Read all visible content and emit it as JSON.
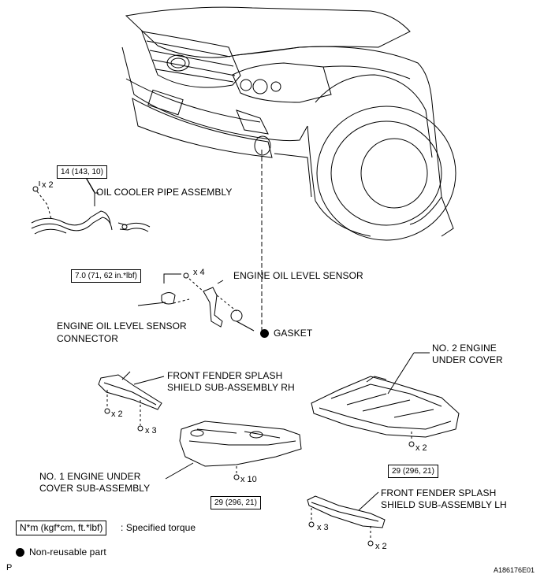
{
  "labels": {
    "oil_cooler_pipe": "OIL COOLER PIPE ASSEMBLY",
    "oil_level_sensor": "ENGINE OIL LEVEL SENSOR",
    "sensor_connector_line1": "ENGINE OIL LEVEL SENSOR",
    "sensor_connector_line2": "CONNECTOR",
    "gasket": "GASKET",
    "no2_cover_line1": "NO. 2 ENGINE",
    "no2_cover_line2": "UNDER COVER",
    "splash_rh_line1": "FRONT FENDER SPLASH",
    "splash_rh_line2": "SHIELD SUB-ASSEMBLY RH",
    "no1_cover_line1": "NO. 1 ENGINE UNDER",
    "no1_cover_line2": "COVER SUB-ASSEMBLY",
    "splash_lh_line1": "FRONT FENDER SPLASH",
    "splash_lh_line2": "SHIELD SUB-ASSEMBLY LH"
  },
  "torques": {
    "pipe": "14 (143, 10)",
    "sensor": "7.0 (71, 62 in.*lbf)",
    "no2_cover": "29 (296, 21)",
    "no1_cover": "29 (296, 21)"
  },
  "quantities": {
    "pipe_bolts": "x 2",
    "sensor_bolts": "x 4",
    "rh_bolts_a": "x 2",
    "rh_bolts_b": "x 3",
    "no2_bolts": "x 2",
    "no1_bolts": "x 10",
    "lh_bolts_a": "x 3",
    "lh_bolts_b": "x 2"
  },
  "legend": {
    "torque_unit": "N*m (kgf*cm, ft.*lbf)",
    "torque_text": ": Specified torque",
    "nonreusable_text": "Non-reusable part"
  },
  "footer": {
    "left_code": "P",
    "figure_id": "A186176E01"
  },
  "colors": {
    "ink": "#000000",
    "paper": "#ffffff",
    "shade": "#555555"
  }
}
